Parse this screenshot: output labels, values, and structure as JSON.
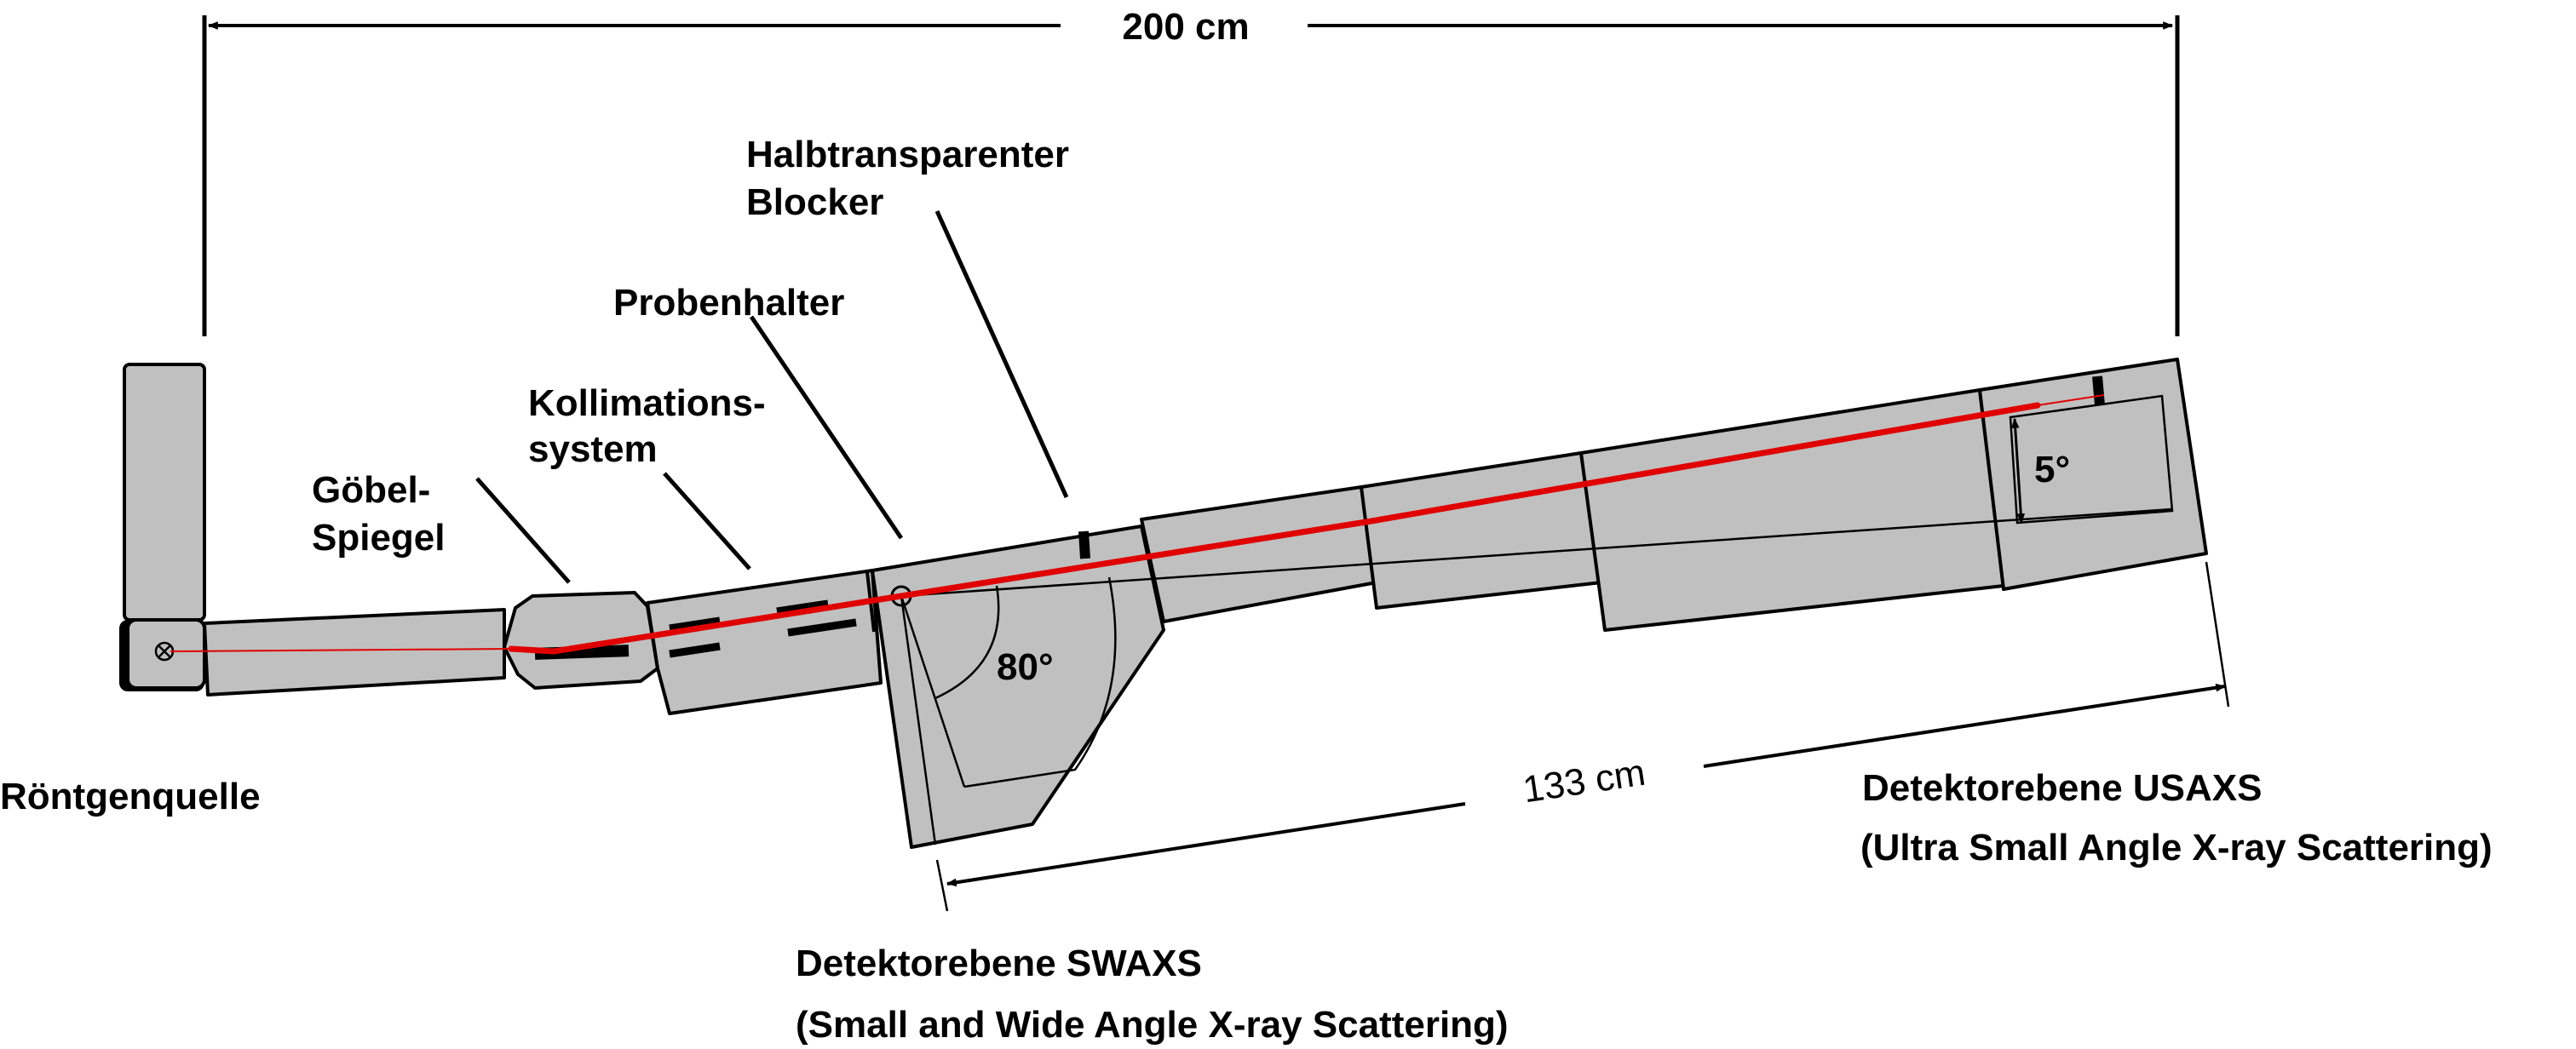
{
  "labels": {
    "source": "Röntgenquelle",
    "mirror_line1": "Göbel-",
    "mirror_line2": "Spiegel",
    "collimation_line1": "Kollimations-",
    "collimation_line2": "system",
    "sample_holder": "Probenhalter",
    "blocker_line1": "Halbtransparenter",
    "blocker_line2": "Blocker",
    "swaxs_line1": "Detektorebene SWAXS",
    "swaxs_line2": "(Small and Wide Angle X-ray Scattering)",
    "usaxs_line1": "Detektorebene USAXS",
    "usaxs_line2": "(Ultra Small Angle X-ray Scattering)"
  },
  "dimensions": {
    "total_length": "200 cm",
    "detector_distance": "133 cm",
    "angle_swaxs": "80°",
    "angle_usaxs": "5°"
  },
  "colors": {
    "beam": "#e00000",
    "housing": "#c0c0c0",
    "outline": "#000000"
  },
  "icons": {
    "source_symbol": "circled-times-icon",
    "sample_symbol": "circle-icon"
  }
}
